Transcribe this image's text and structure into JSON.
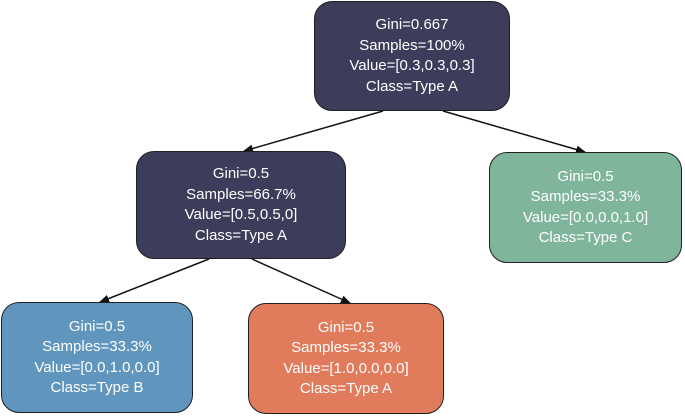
{
  "colors": {
    "root": "#3b3d5a",
    "type_a_dark": "#3b3d5a",
    "type_c": "#7fb59a",
    "type_b": "#6096bd",
    "type_a_leaf": "#e07b5c",
    "edge": "#111111"
  },
  "tree": {
    "root": {
      "gini": "Gini=0.667",
      "samples": "Samples=100%",
      "value": "Value=[0.3,0.3,0.3]",
      "class": "Class=Type A"
    },
    "left": {
      "gini": "Gini=0.5",
      "samples": "Samples=66.7%",
      "value": "Value=[0.5,0.5,0]",
      "class": "Class=Type A"
    },
    "right": {
      "gini": "Gini=0.5",
      "samples": "Samples=33.3%",
      "value": "Value=[0.0,0.0,1.0]",
      "class": "Class=Type C"
    },
    "left_left": {
      "gini": "Gini=0.5",
      "samples": "Samples=33.3%",
      "value": "Value=[0.0,1.0,0.0]",
      "class": "Class=Type B"
    },
    "left_right": {
      "gini": "Gini=0.5",
      "samples": "Samples=33.3%",
      "value": "Value=[1.0,0.0,0.0]",
      "class": "Class=Type A"
    }
  },
  "edges": [
    {
      "from": "root",
      "to": "left"
    },
    {
      "from": "root",
      "to": "right"
    },
    {
      "from": "left",
      "to": "left_left"
    },
    {
      "from": "left",
      "to": "left_right"
    }
  ]
}
